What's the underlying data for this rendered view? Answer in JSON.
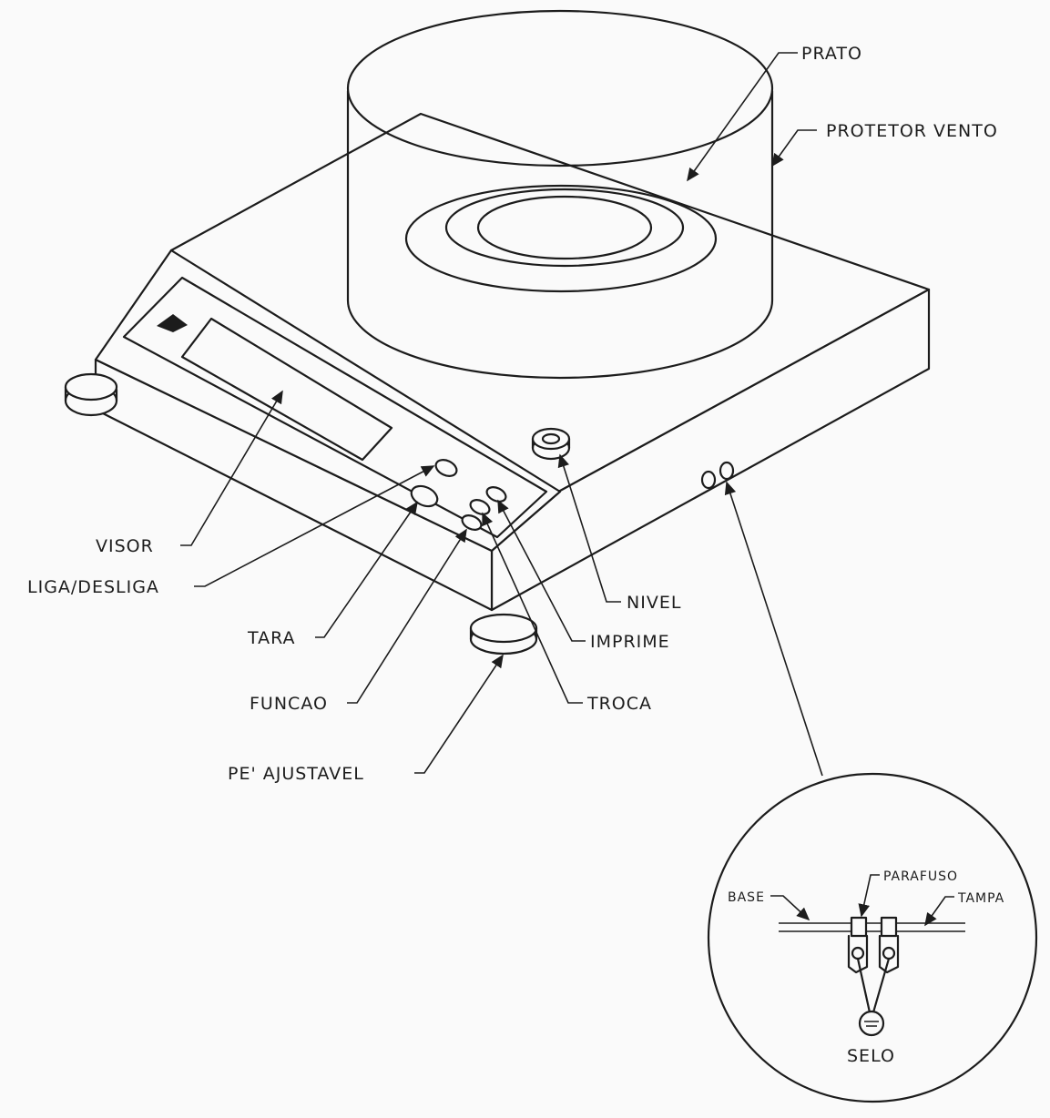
{
  "labels": {
    "prato": "PRATO",
    "protetor_vento": "PROTETOR VENTO",
    "visor": "VISOR",
    "liga_desliga": "LIGA/DESLIGA",
    "tara": "TARA",
    "funcao": "FUNCAO",
    "pe_ajustavel": "PE' AJUSTAVEL",
    "nivel": "NIVEL",
    "imprime": "IMPRIME",
    "troca": "TROCA"
  },
  "detail": {
    "base": "BASE",
    "parafuso": "PARAFUSO",
    "tampa": "TAMPA",
    "selo": "SELO"
  },
  "colors": {
    "ink": "#1c1c1c",
    "paper": "#fafafa"
  }
}
